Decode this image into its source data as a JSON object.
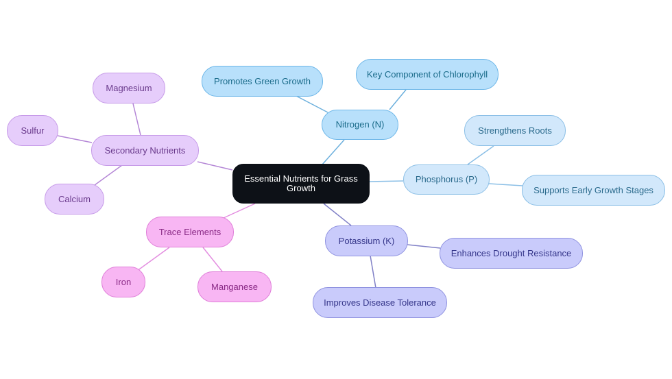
{
  "mindmap": {
    "center": "Essential Nutrients for Grass Growth",
    "branches": [
      {
        "label": "Nitrogen (N)",
        "children": [
          "Promotes Green Growth",
          "Key Component of Chlorophyll"
        ]
      },
      {
        "label": "Phosphorus (P)",
        "children": [
          "Strengthens Roots",
          "Supports Early Growth Stages"
        ]
      },
      {
        "label": "Potassium (K)",
        "children": [
          "Enhances Drought Resistance",
          "Improves Disease Tolerance"
        ]
      },
      {
        "label": "Trace Elements",
        "children": [
          "Iron",
          "Manganese"
        ]
      },
      {
        "label": "Secondary Nutrients",
        "children": [
          "Magnesium",
          "Sulfur",
          "Calcium"
        ]
      }
    ]
  }
}
